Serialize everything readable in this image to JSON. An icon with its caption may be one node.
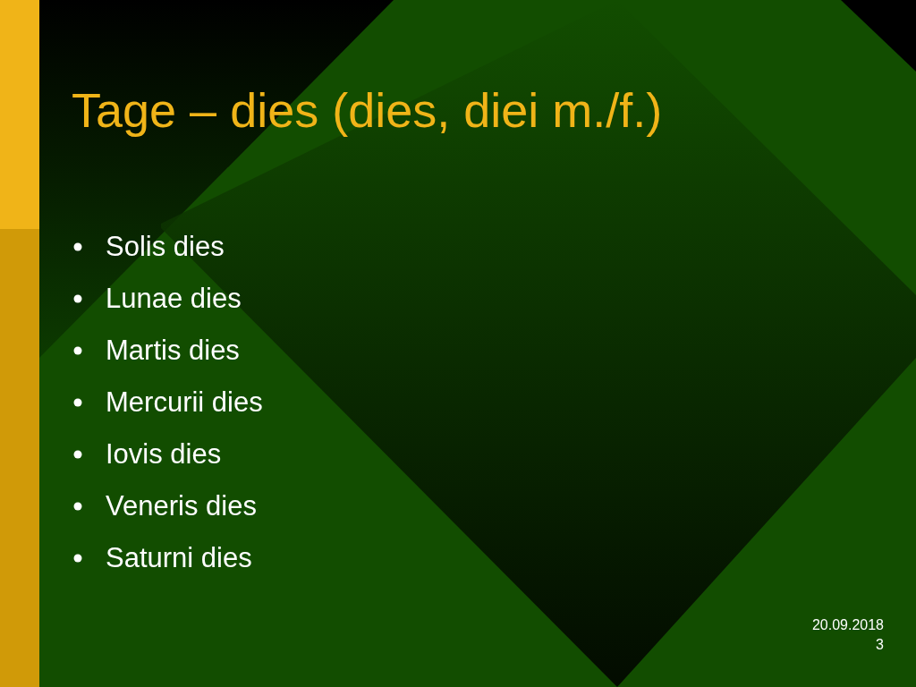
{
  "diagram": {
    "title": "Tage – dies (dies, diei m./f.)",
    "labels": [
      "Solis dies",
      "Lunae dies",
      "Martis dies",
      "Mercurii dies",
      "Iovis dies",
      "Veneris dies",
      "Saturni dies",
      "20.09.2018",
      "3"
    ]
  }
}
